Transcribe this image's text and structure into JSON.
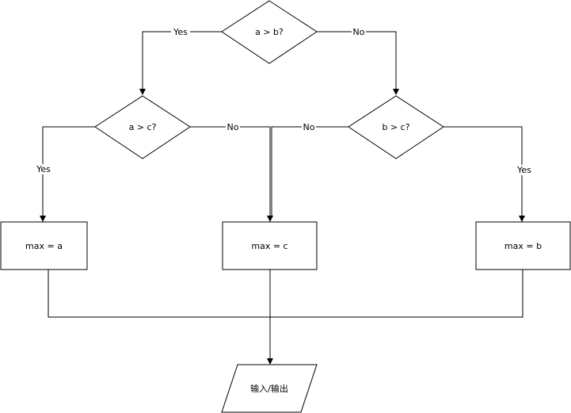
{
  "nodes": {
    "decision_ab": "a > b?",
    "decision_ac": "a > c?",
    "decision_bc": "b > c?",
    "max_a": "max = a",
    "max_c": "max = c",
    "max_b": "max = b",
    "io": "输入/输出"
  },
  "edges": {
    "ab_yes": "Yes",
    "ab_no": "No",
    "ac_yes": "Yes",
    "ac_no": "No",
    "bc_no": "No",
    "bc_yes": "Yes"
  }
}
